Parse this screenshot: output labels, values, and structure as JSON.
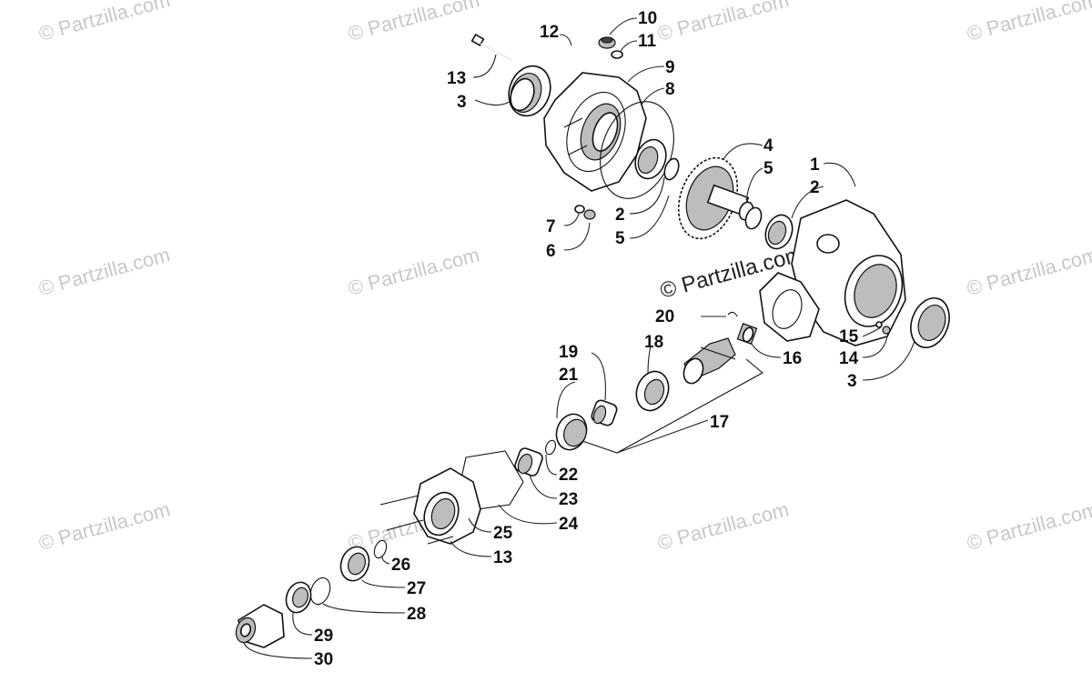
{
  "watermark": {
    "text": "© Partzilla.com",
    "main_text": "© Partzilla.com"
  },
  "callouts": [
    {
      "id": "c1",
      "label": "1"
    },
    {
      "id": "c2a",
      "label": "2"
    },
    {
      "id": "c2b",
      "label": "2"
    },
    {
      "id": "c3a",
      "label": "3"
    },
    {
      "id": "c3b",
      "label": "3"
    },
    {
      "id": "c4",
      "label": "4"
    },
    {
      "id": "c5a",
      "label": "5"
    },
    {
      "id": "c5b",
      "label": "5"
    },
    {
      "id": "c6",
      "label": "6"
    },
    {
      "id": "c7",
      "label": "7"
    },
    {
      "id": "c8",
      "label": "8"
    },
    {
      "id": "c9",
      "label": "9"
    },
    {
      "id": "c10",
      "label": "10"
    },
    {
      "id": "c11",
      "label": "11"
    },
    {
      "id": "c12",
      "label": "12"
    },
    {
      "id": "c13a",
      "label": "13"
    },
    {
      "id": "c13b",
      "label": "13"
    },
    {
      "id": "c14",
      "label": "14"
    },
    {
      "id": "c15",
      "label": "15"
    },
    {
      "id": "c16",
      "label": "16"
    },
    {
      "id": "c17",
      "label": "17"
    },
    {
      "id": "c18",
      "label": "18"
    },
    {
      "id": "c19",
      "label": "19"
    },
    {
      "id": "c20",
      "label": "20"
    },
    {
      "id": "c21",
      "label": "21"
    },
    {
      "id": "c22",
      "label": "22"
    },
    {
      "id": "c23",
      "label": "23"
    },
    {
      "id": "c24",
      "label": "24"
    },
    {
      "id": "c25",
      "label": "25"
    },
    {
      "id": "c26",
      "label": "26"
    },
    {
      "id": "c27",
      "label": "27"
    },
    {
      "id": "c28",
      "label": "28"
    },
    {
      "id": "c29",
      "label": "29"
    },
    {
      "id": "c30",
      "label": "30"
    }
  ]
}
